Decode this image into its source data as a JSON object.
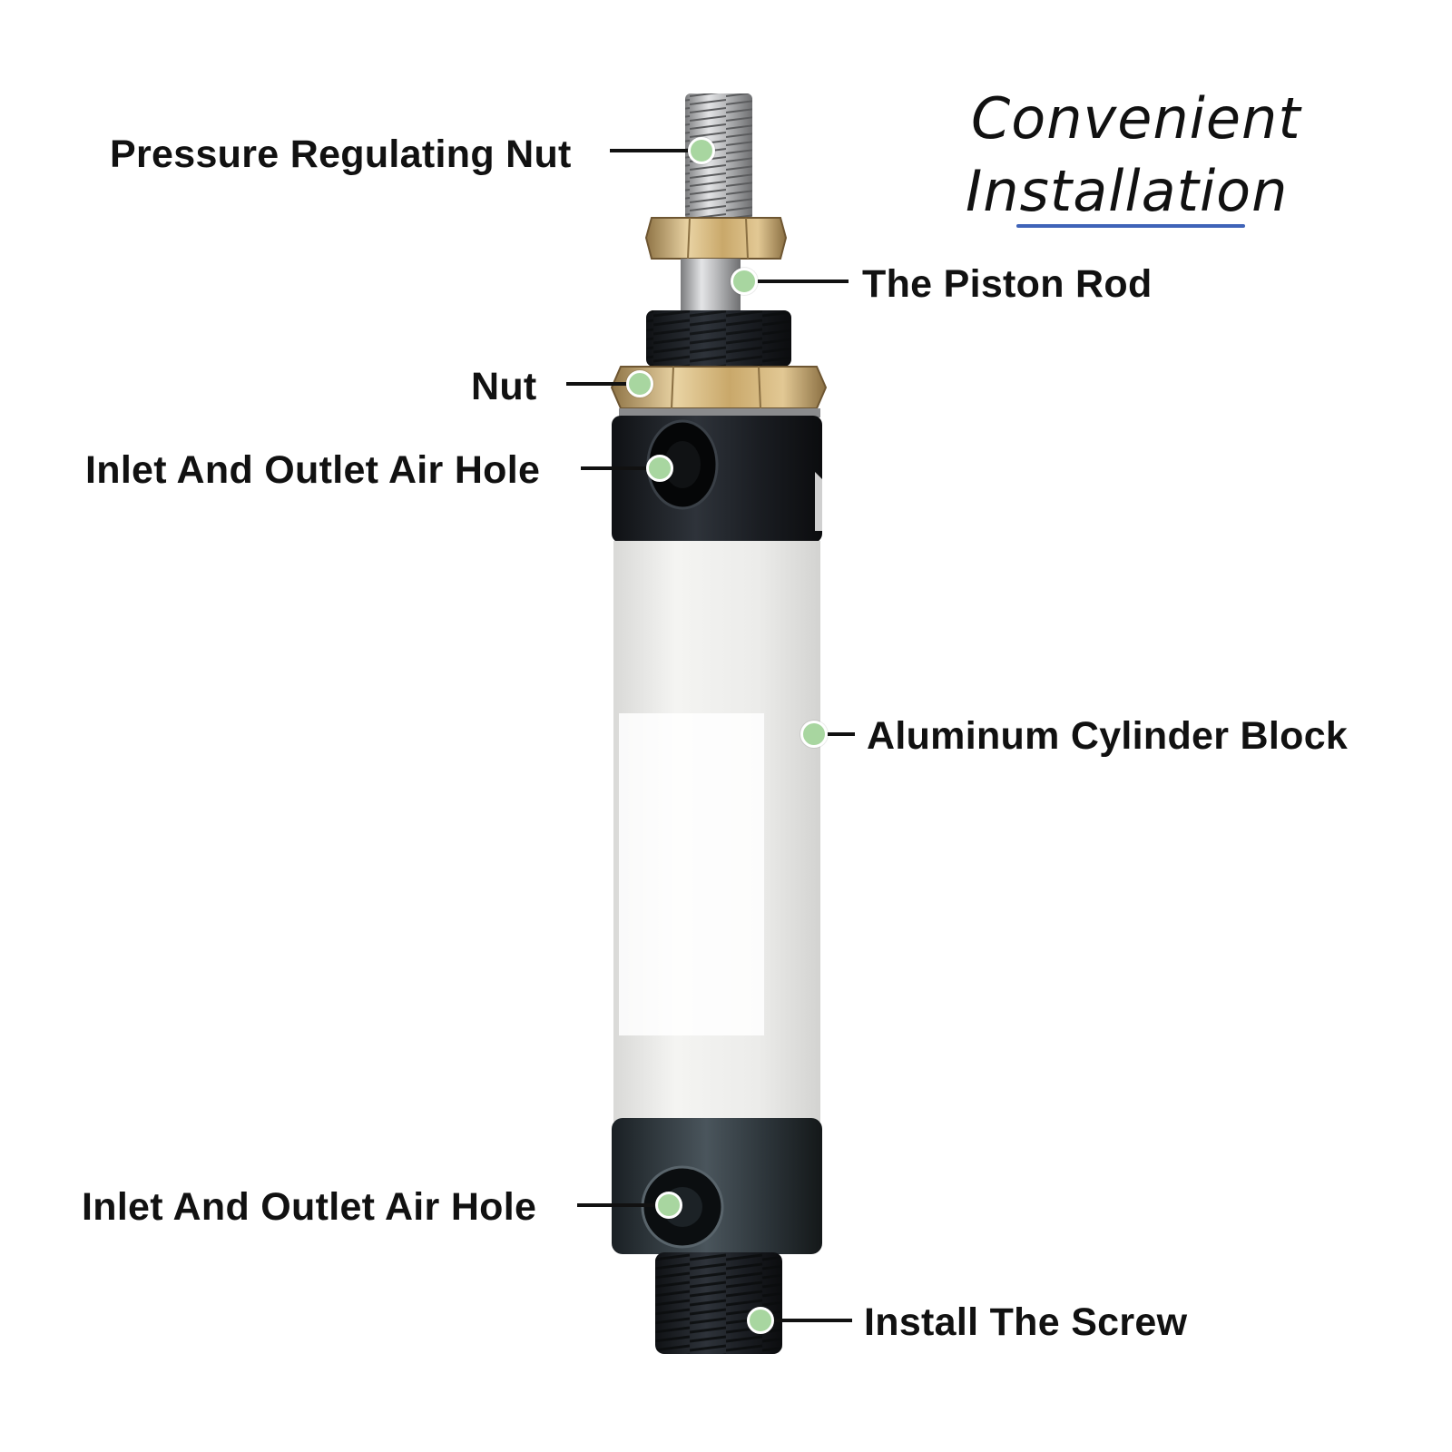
{
  "headline": {
    "line1": "Convenient",
    "line2": "Installation",
    "underline_color": "#3f63b8"
  },
  "callouts": {
    "pressure_regulating_nut": "Pressure Regulating Nut",
    "piston_rod": "The Piston Rod",
    "nut": "Nut",
    "air_hole_top": "Inlet And Outlet Air Hole",
    "cylinder_block": "Aluminum Cylinder Block",
    "air_hole_bottom": "Inlet And Outlet Air Hole",
    "install_screw": "Install The Screw"
  },
  "colors": {
    "marker": "#a8d6a0",
    "cylinder_body": "#e9e9e7",
    "end_cap": "#1c1f24",
    "brass": "#c9a86a",
    "steel": "#b8b9bb"
  }
}
